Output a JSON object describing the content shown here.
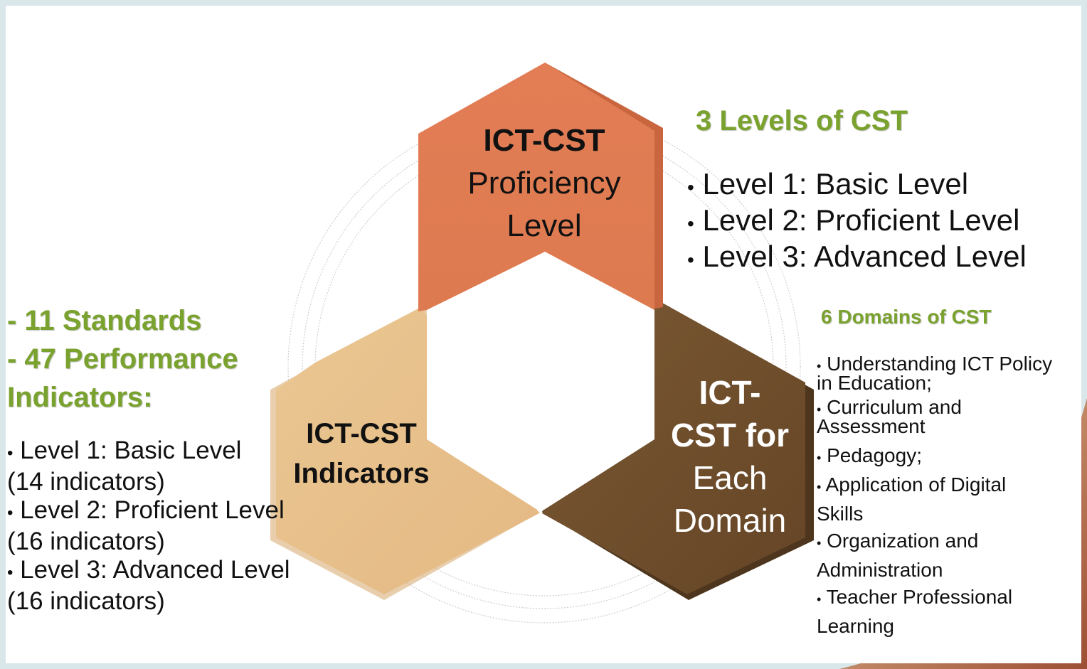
{
  "hex_top": {
    "line1": "ICT-CST",
    "line2": "Proficiency",
    "line3": "Level",
    "color": "#e07a52"
  },
  "hex_left": {
    "line1": "ICT-CST",
    "line2": "Indicators",
    "color": "#e8c08c"
  },
  "hex_right": {
    "line1": "ICT-",
    "line2": "CST for",
    "line3": "Each",
    "line4": "Domain",
    "color": "#6e4e2c"
  },
  "levels_panel": {
    "heading": "3 Levels of CST",
    "items": [
      "Level 1: Basic Level",
      "Level 2: Proficient Level",
      "Level 3: Advanced Level"
    ]
  },
  "standards_panel": {
    "line1": "- 11 Standards",
    "line2": "- 47 Performance",
    "line3": "Indicators:",
    "items": [
      {
        "label": "Level 1: Basic Level",
        "count": "(14 indicators)"
      },
      {
        "label": "Level 2: Proficient Level",
        "count": "(16 indicators)"
      },
      {
        "label": "Level 3: Advanced Level",
        "count": "(16 indicators)"
      }
    ]
  },
  "domains_panel": {
    "heading": "6 Domains of CST",
    "items": [
      {
        "a": "Understanding ICT Policy",
        "b": "in Education;"
      },
      {
        "a": "Curriculum and",
        "b": "Assessment"
      },
      {
        "a": "Pedagogy;",
        "b": ""
      },
      {
        "a": "Application of Digital",
        "b": "Skills"
      },
      {
        "a": "Organization and",
        "b": "Administration"
      },
      {
        "a": "Teacher Professional",
        "b": "Learning"
      }
    ]
  },
  "colors": {
    "accent_green": "#7aa22e",
    "brown_corner": "#a0533a"
  }
}
